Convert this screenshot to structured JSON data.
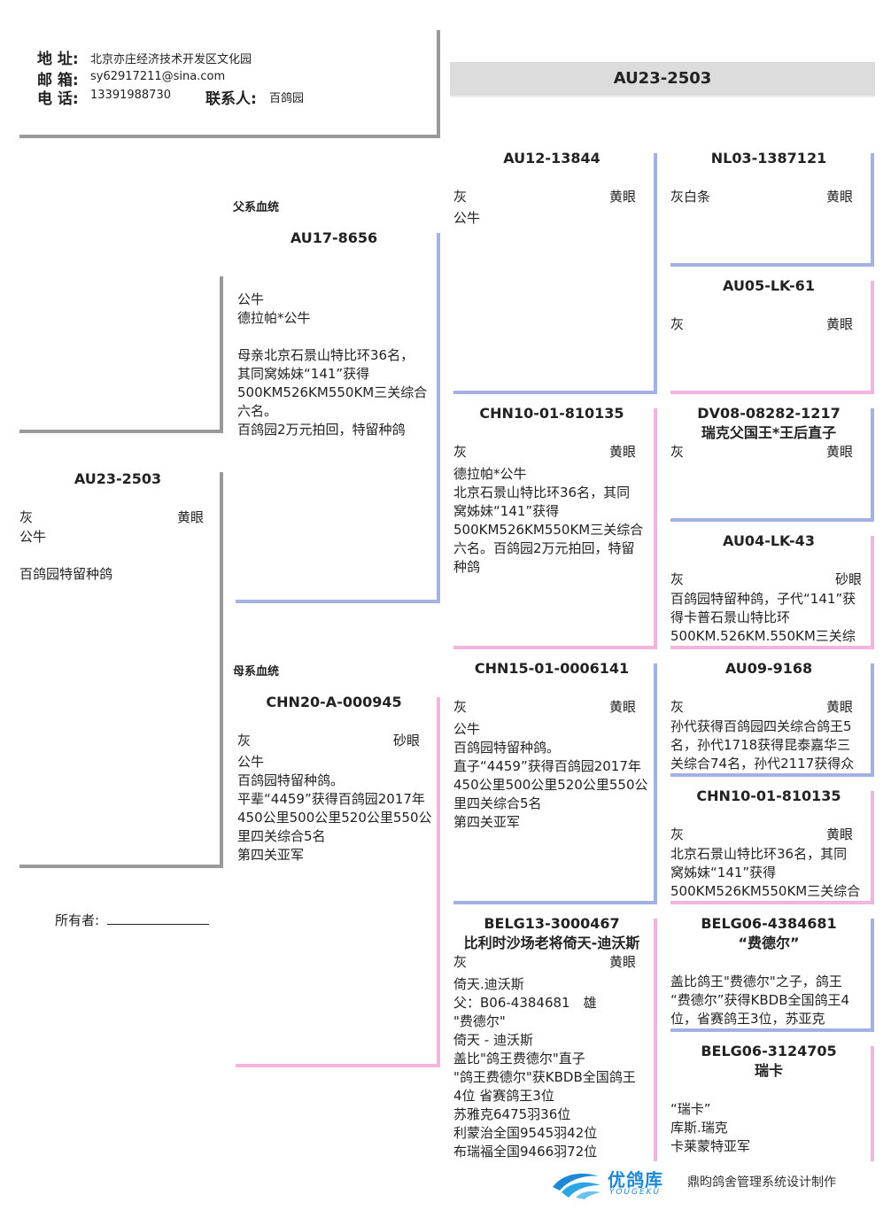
{
  "contact": {
    "address_label": "地 址:",
    "address": "北京亦庄经济技术开发区文化园",
    "email_label": "邮 箱:",
    "email": "sy62917211@sina.com",
    "phone_label": "电 话:",
    "phone": "13391988730",
    "contact_label": "联系人:",
    "contact": "百鸽园"
  },
  "header_ring": "AU23-2503",
  "subject": {
    "ring": "AU23-2503",
    "color": "灰",
    "eye": "黄眼",
    "sex": "公牛",
    "note": "百鸽园特留种鸽"
  },
  "sire_section_label": "父系血统",
  "dam_section_label": "母系血统",
  "sire": {
    "ring": "AU17-8656",
    "desc": "公牛\n德拉帕*公牛\n\n母亲北京石景山特比环36名，\n其同窝姊妹“141”获得\n500KM526KM550KM三关综合\n六名。\n百鸽园2万元拍回，特留种鸽"
  },
  "dam": {
    "ring": "CHN20-A-000945",
    "color": "灰",
    "eye": "砂眼",
    "desc": "公牛\n百鸽园特留种鸽。\n平辈“4459”获得百鸽园2017年\n450公里500公里520公里550公\n里四关综合5名\n第四关亚军"
  },
  "gp": [
    {
      "ring": "AU12-13844",
      "color": "灰",
      "eye": "黄眼",
      "desc": "公牛"
    },
    {
      "ring": "CHN10-01-810135",
      "color": "灰",
      "eye": "黄眼",
      "desc": "德拉帕*公牛\n北京石景山特比环36名，其同\n窝姊妹“141”获得\n500KM526KM550KM三关综合\n六名。百鸽园2万元拍回，特留\n种鸽"
    },
    {
      "ring": "CHN15-01-0006141",
      "color": "灰",
      "eye": "黄眼",
      "desc": "公牛\n百鸽园特留种鸽。\n直子“4459”获得百鸽园2017年\n450公里500公里520公里550公\n里四关综合5名\n第四关亚军"
    },
    {
      "ring": "BELG13-3000467",
      "name": "比利时沙场老将倚天-迪沃斯",
      "color": "灰",
      "eye": "黄眼",
      "desc": "倚天.迪沃斯\n父：B06-4384681　雄\n\"费德尔\"\n倚天 - 迪沃斯\n盖比\"鸽王费德尔\"直子\n\"鸽王费德尔\"获KBDB全国鸽王\n4位 省赛鸽王3位\n苏雅克6475羽36位\n利蒙治全国9545羽42位\n布瑞福全国9466羽72位"
    }
  ],
  "ggp": [
    {
      "ring": "NL03-1387121",
      "color": "灰白条",
      "eye": "黄眼",
      "desc": ""
    },
    {
      "ring": "AU05-LK-61",
      "color": "灰",
      "eye": "黄眼",
      "desc": ""
    },
    {
      "ring": "DV08-08282-1217",
      "name": "瑞克父国王*王后直子",
      "color": "灰",
      "eye": "黄眼",
      "desc": ""
    },
    {
      "ring": "AU04-LK-43",
      "color": "灰",
      "eye": "砂眼",
      "desc": "百鸽园特留种鸽，子代“141”获\n得卡普石景山特比环\n500KM.526KM.550KM三关综"
    },
    {
      "ring": "AU09-9168",
      "color": "灰",
      "eye": "黄眼",
      "desc": "孙代获得百鸽园四关综合鸽王5\n名，孙代1718获得昆泰嘉华三\n关综合74名，孙代2117获得众"
    },
    {
      "ring": "CHN10-01-810135",
      "color": "灰",
      "eye": "黄眼",
      "desc": "北京石景山特比环36名，其同\n窝姊妹“141”获得\n500KM526KM550KM三关综合"
    },
    {
      "ring": "BELG06-4384681",
      "name": "“费德尔”",
      "color": "",
      "eye": "",
      "desc": "盖比鸽王\"费德尔\"之子，鸽王\n“费德尔”获得KBDB全国鸽王4\n位，省赛鸽王3位，苏亚克"
    },
    {
      "ring": "BELG06-3124705",
      "name": "瑞卡",
      "color": "",
      "eye": "",
      "desc": "“瑞卡”\n库斯.瑞克\n卡莱蒙特亚军"
    }
  ],
  "owner_label": "所有者:",
  "footer": {
    "brand_cn": "优鸽库",
    "brand_en": "YOUGEKU",
    "credit": "鼎昀鸽舍管理系统设计制作"
  },
  "colors": {
    "male_line": "#a3b1e6",
    "female_line": "#f4b4dd",
    "frame": "#9a9a9a"
  }
}
